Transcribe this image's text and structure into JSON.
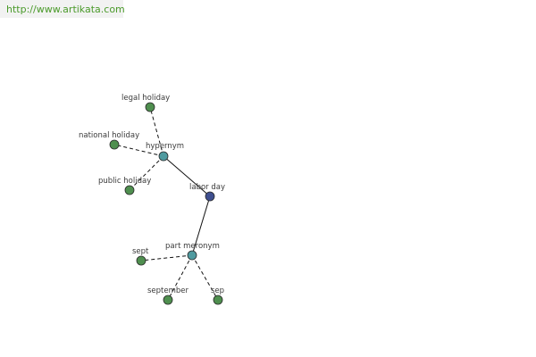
{
  "banner": {
    "url": "http://www.artikata.com"
  },
  "colors": {
    "banner_text": "#4a9a2a",
    "leaf_node": "#4f8f4f",
    "relation_node": "#4f9a9f",
    "center_node": "#3f4f8f",
    "node_stroke": "#2a2a2a",
    "edge": "#111111"
  },
  "graph": {
    "nodes": [
      {
        "id": "labor-day",
        "label": "labor day",
        "kind": "center"
      },
      {
        "id": "hypernym",
        "label": "hypernym",
        "kind": "relation"
      },
      {
        "id": "part-meronym",
        "label": "part meronym",
        "kind": "relation"
      },
      {
        "id": "legal-holiday",
        "label": "legal holiday",
        "kind": "leaf"
      },
      {
        "id": "national-holiday",
        "label": "national holiday",
        "kind": "leaf"
      },
      {
        "id": "public-holiday",
        "label": "public holiday",
        "kind": "leaf"
      },
      {
        "id": "sept",
        "label": "sept",
        "kind": "leaf"
      },
      {
        "id": "september",
        "label": "september",
        "kind": "leaf"
      },
      {
        "id": "sep",
        "label": "sep",
        "kind": "leaf"
      }
    ],
    "edges": [
      {
        "from": "labor-day",
        "to": "hypernym",
        "style": "solid"
      },
      {
        "from": "labor-day",
        "to": "part-meronym",
        "style": "solid"
      },
      {
        "from": "hypernym",
        "to": "legal-holiday",
        "style": "dashed"
      },
      {
        "from": "hypernym",
        "to": "national-holiday",
        "style": "dashed"
      },
      {
        "from": "hypernym",
        "to": "public-holiday",
        "style": "dashed"
      },
      {
        "from": "part-meronym",
        "to": "sept",
        "style": "dashed"
      },
      {
        "from": "part-meronym",
        "to": "september",
        "style": "dashed"
      },
      {
        "from": "part-meronym",
        "to": "sep",
        "style": "dashed"
      }
    ]
  }
}
